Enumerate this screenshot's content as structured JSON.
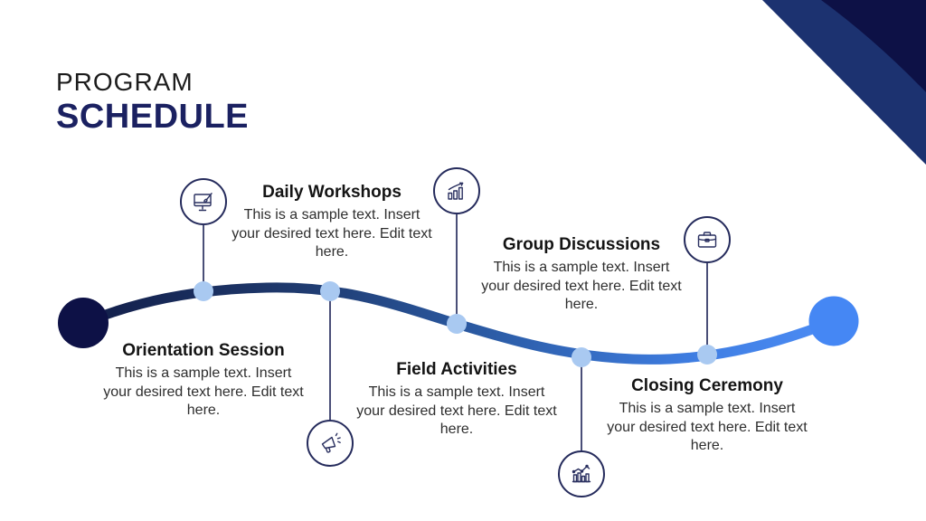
{
  "slide": {
    "kicker": "PROGRAM",
    "title": "SCHEDULE"
  },
  "timeline": {
    "nodes": [
      {
        "title": "Orientation Session",
        "body": "This is a sample text. Insert your desired text here. Edit text here.",
        "icon": "monitor-paintbrush-icon",
        "label_position": "below-curve",
        "icon_position": "above-curve"
      },
      {
        "title": "Daily Workshops",
        "body": "This is a sample text. Insert your desired text here. Edit text here.",
        "icon": "megaphone-icon",
        "label_position": "above-curve",
        "icon_position": "below-curve"
      },
      {
        "title": "Field Activities",
        "body": "This is a sample text. Insert your desired text here. Edit text here.",
        "icon": "growth-chart-icon",
        "label_position": "below-curve",
        "icon_position": "above-curve"
      },
      {
        "title": "Group Discussions",
        "body": "This is a sample text. Insert your desired text here. Edit text here.",
        "icon": "bar-line-chart-icon",
        "label_position": "above-curve",
        "icon_position": "below-curve"
      },
      {
        "title": "Closing Ceremony",
        "body": "This is a sample text. Insert your desired text here. Edit text here.",
        "icon": "briefcase-icon",
        "label_position": "below-curve",
        "icon_position": "above-curve"
      }
    ]
  },
  "colors": {
    "corner_band_navy": "#1c3270",
    "corner_dark_navy": "#0d1146",
    "curve_gradient_start": "#111b45",
    "curve_gradient_end": "#4e8ef7",
    "start_circle": "#0d1146",
    "end_circle": "#4587f4",
    "node_dot": "#a9c9f1",
    "connector_line": "#1d2356",
    "title_navy": "#1b2161",
    "text_dark": "#141414"
  }
}
